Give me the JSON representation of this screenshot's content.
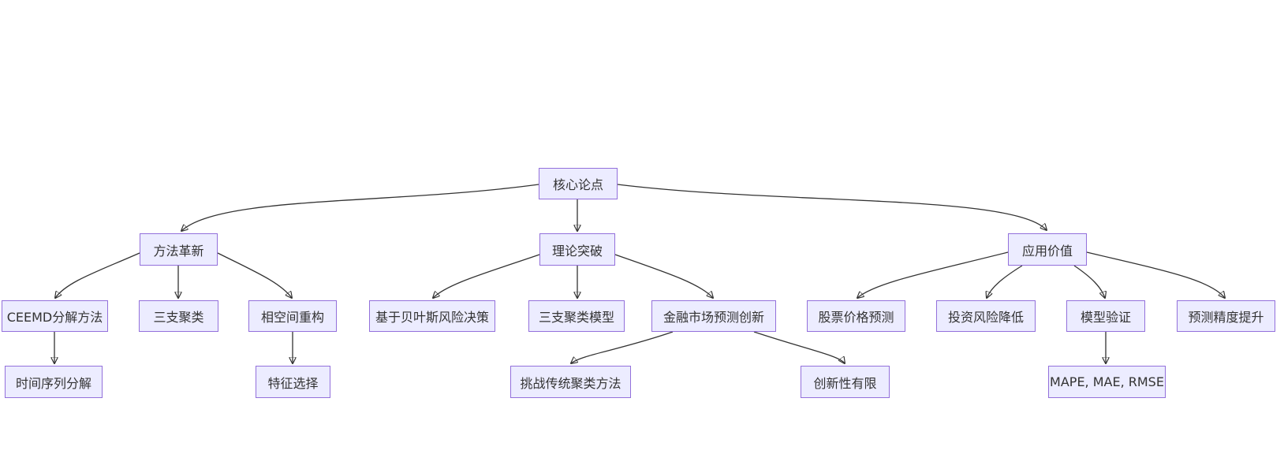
{
  "diagram": {
    "type": "flowchart-top-down",
    "background_color": "#ffffff",
    "node_fill_color": "#ECECFF",
    "node_border_color": "#9370DB",
    "edge_color": "#333333",
    "text_color": "#333333",
    "nodes": [
      {
        "id": "core",
        "label": "核心论点"
      },
      {
        "id": "method",
        "label": "方法革新"
      },
      {
        "id": "theory",
        "label": "理论突破"
      },
      {
        "id": "application",
        "label": "应用价值"
      },
      {
        "id": "ceemd",
        "label": "CEEMD分解方法"
      },
      {
        "id": "three-way",
        "label": "三支聚类"
      },
      {
        "id": "phase-space",
        "label": "相空间重构"
      },
      {
        "id": "bayes",
        "label": "基于贝叶斯风险决策"
      },
      {
        "id": "three-way-model",
        "label": "三支聚类模型"
      },
      {
        "id": "finance",
        "label": "金融市场预测创新"
      },
      {
        "id": "stock",
        "label": "股票价格预测"
      },
      {
        "id": "risk",
        "label": "投资风险降低"
      },
      {
        "id": "validation",
        "label": "模型验证"
      },
      {
        "id": "precision",
        "label": "预测精度提升"
      },
      {
        "id": "time-series",
        "label": "时间序列分解"
      },
      {
        "id": "feature",
        "label": "特征选择"
      },
      {
        "id": "challenge",
        "label": "挑战传统聚类方法"
      },
      {
        "id": "novelty",
        "label": "创新性有限"
      },
      {
        "id": "metrics",
        "label": "MAPE, MAE, RMSE"
      }
    ],
    "edges": [
      {
        "from": "core",
        "to": "method"
      },
      {
        "from": "core",
        "to": "theory"
      },
      {
        "from": "core",
        "to": "application"
      },
      {
        "from": "method",
        "to": "ceemd"
      },
      {
        "from": "method",
        "to": "three-way"
      },
      {
        "from": "method",
        "to": "phase-space"
      },
      {
        "from": "theory",
        "to": "bayes"
      },
      {
        "from": "theory",
        "to": "three-way-model"
      },
      {
        "from": "theory",
        "to": "finance"
      },
      {
        "from": "application",
        "to": "stock"
      },
      {
        "from": "application",
        "to": "risk"
      },
      {
        "from": "application",
        "to": "validation"
      },
      {
        "from": "application",
        "to": "precision"
      },
      {
        "from": "ceemd",
        "to": "time-series"
      },
      {
        "from": "phase-space",
        "to": "feature"
      },
      {
        "from": "finance",
        "to": "challenge"
      },
      {
        "from": "finance",
        "to": "novelty"
      },
      {
        "from": "validation",
        "to": "metrics"
      }
    ]
  }
}
